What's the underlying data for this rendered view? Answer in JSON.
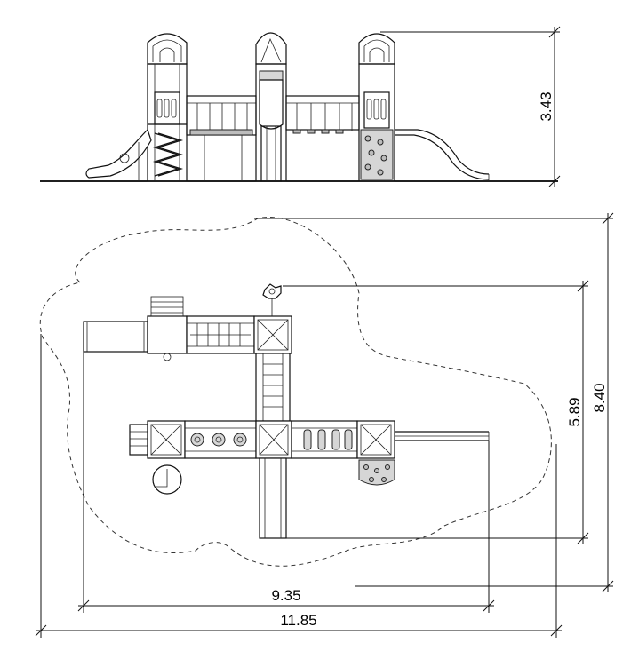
{
  "dimensions": {
    "elevation_height": "3.43",
    "plan_inner_depth": "5.89",
    "plan_outer_depth": "8.40",
    "plan_inner_width": "9.35",
    "plan_outer_width": "11.85"
  }
}
